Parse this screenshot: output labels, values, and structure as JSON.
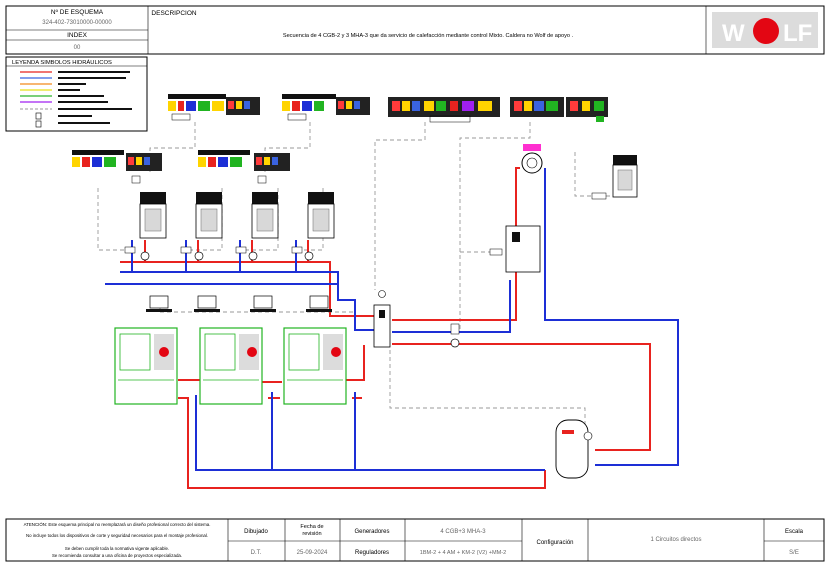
{
  "header": {
    "scheme_label": "Nº DE ESQUEMA",
    "scheme_number": "324-402-73010000-00000",
    "index_label": "INDEX",
    "index_value": "00",
    "description_label": "DESCRIPCION",
    "description": "Secuencia de 4 CGB-2 y 3 MHA-3 que da servicio de calefacción mediante control Mixto. Caldera no Wolf de apoyo ."
  },
  "legend": {
    "title": "LEYENDA SIMBOLOS HIDRÁULICOS",
    "swatches": [
      "#e8231f",
      "#3a63e0",
      "#f28b1c",
      "#e8e01a",
      "#2ab52a",
      "#a020f0",
      "#9a9a9a"
    ]
  },
  "footer": {
    "warning_lines": [
      "ATENCIÓN: Este esquema principal no reemplazará un diseño profesional correcto del sistema.",
      "No incluye todos los dispositivos de corte y seguridad necesarios para el montaje profesional.",
      "Se deben cumplir toda la normativa vigente aplicable.",
      "Se recomienda consultar a una oficina de proyectos especializada."
    ],
    "drawn_label": "Dibujado",
    "drawn_value": "D.T.",
    "revision_label": "Fecha de revisión",
    "revision_value": "25-09-2024",
    "generators_label": "Generadores",
    "generators_value": "4 CGB+3 MHA-3",
    "regulators_label": "Reguladores",
    "regulators_value": "1BM-2 + 4 AM + KM-2 (V2) +MM-2",
    "config_label": "Configuración",
    "config_value": "1 Circuitos directos",
    "scale_label": "Escala",
    "scale_value": "S/E"
  },
  "colors": {
    "supply": "#e8231f",
    "return": "#1d2fd6",
    "control": "#9a9a9a",
    "heat_pump": "#21b421",
    "brand_red": "#e30613"
  },
  "icons": [
    "wolf-logo",
    "boiler-icon",
    "heat-pump-icon",
    "controller-icon",
    "buffer-tank-icon",
    "pump-icon",
    "hydraulic-separator-icon"
  ]
}
